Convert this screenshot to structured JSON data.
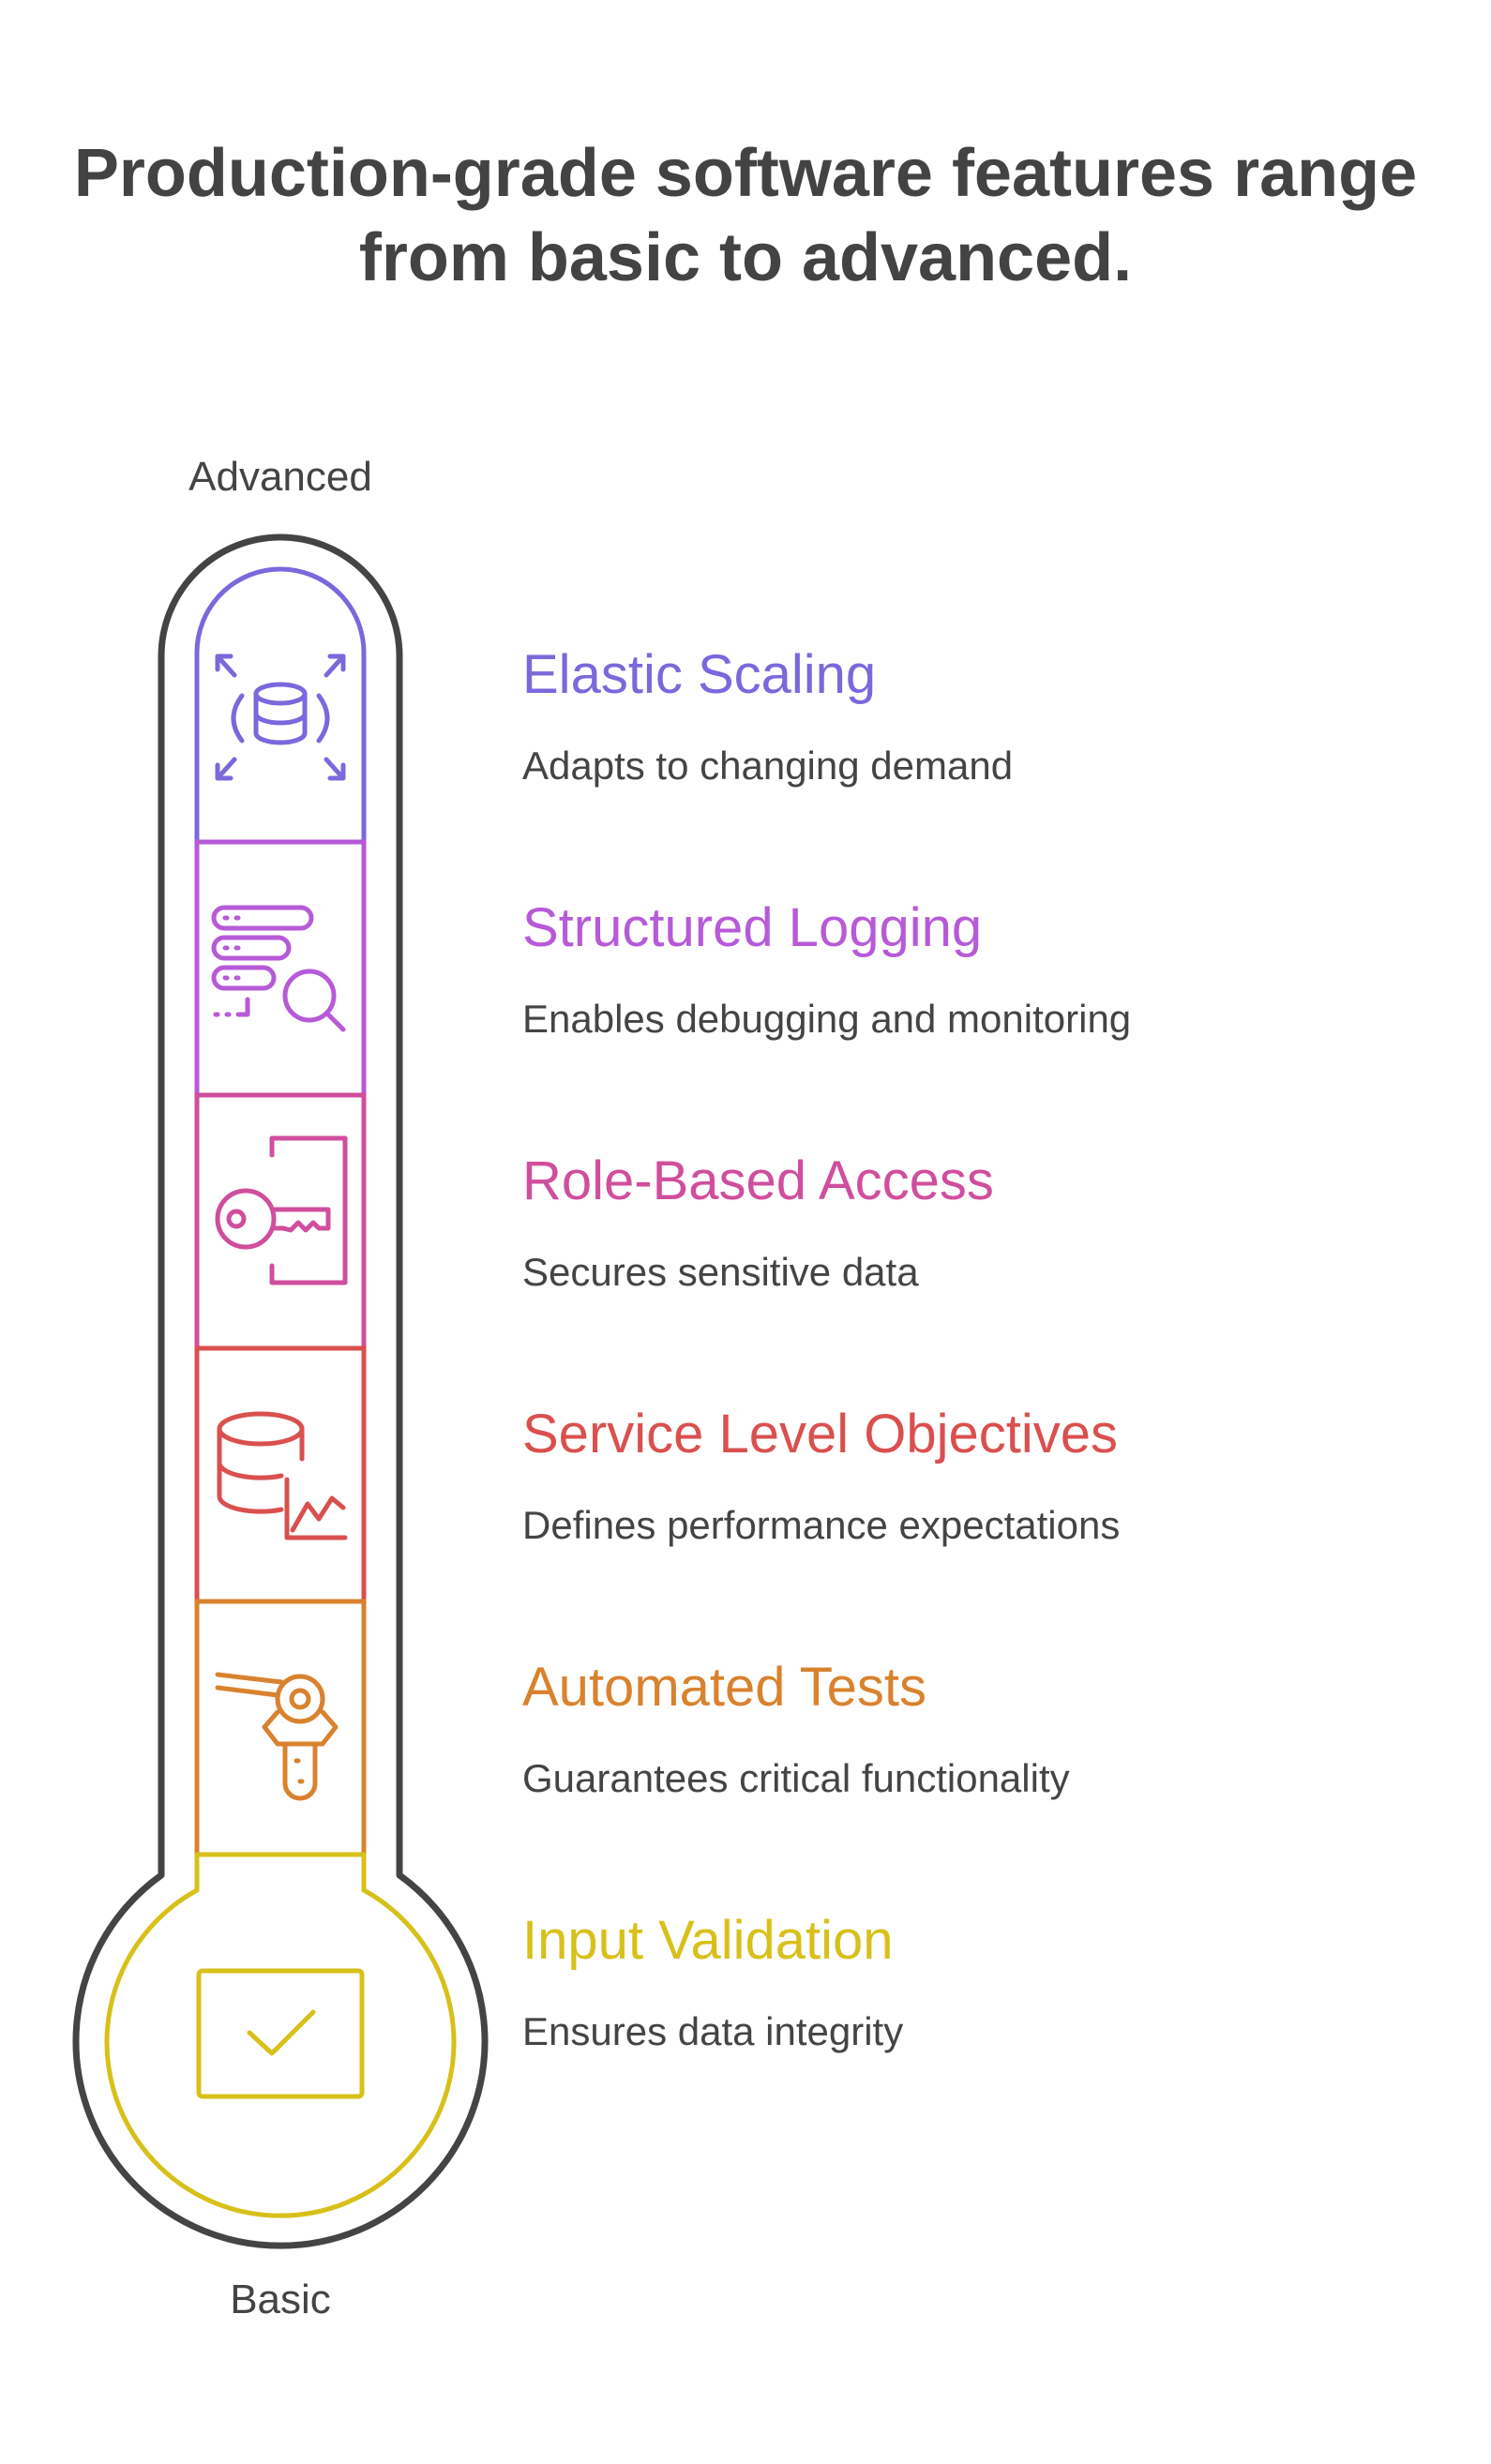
{
  "title_line1": "Production-grade software features range",
  "title_line2": "from basic to advanced.",
  "scale": {
    "top_label": "Advanced",
    "bottom_label": "Basic"
  },
  "levels": [
    {
      "title": "Elastic Scaling",
      "description": "Adapts to changing demand",
      "color": "#7b68dc",
      "icon": "database-scale-icon"
    },
    {
      "title": "Structured Logging",
      "description": "Enables debugging and monitoring",
      "color": "#b75ad8",
      "icon": "log-search-icon"
    },
    {
      "title": "Role-Based Access",
      "description": "Secures sensitive data",
      "color": "#d04e9d",
      "icon": "key-door-icon"
    },
    {
      "title": "Service Level Objectives",
      "description": "Defines performance expectations",
      "color": "#d9504f",
      "icon": "database-chart-icon"
    },
    {
      "title": "Automated Tests",
      "description": "Guarantees critical functionality",
      "color": "#d9822e",
      "icon": "robot-arm-test-tube-icon"
    },
    {
      "title": "Input Validation",
      "description": "Ensures data integrity",
      "color": "#d8c01a",
      "icon": "checkbox-icon"
    }
  ]
}
